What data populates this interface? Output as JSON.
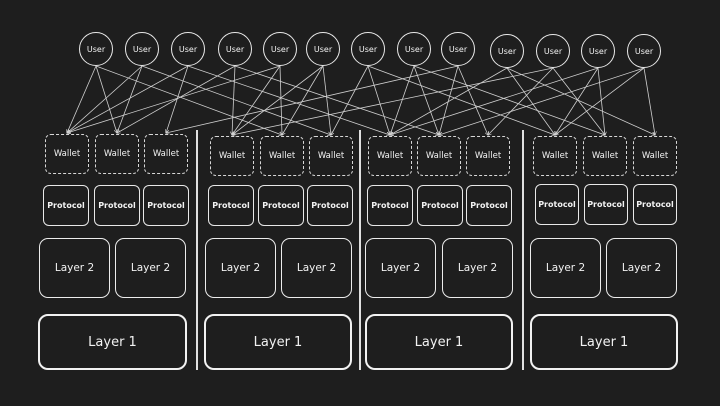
{
  "labels": {
    "user": "User",
    "wallet": "Wallet",
    "protocol": "Protocol",
    "layer2": "Layer 2",
    "layer1": "Layer 1"
  },
  "colors": {
    "background": "#1e1e1e",
    "stroke": "#e8e8e8",
    "text": "#f2f2f2"
  },
  "users_count": 13,
  "ecosystems_count": 4
}
